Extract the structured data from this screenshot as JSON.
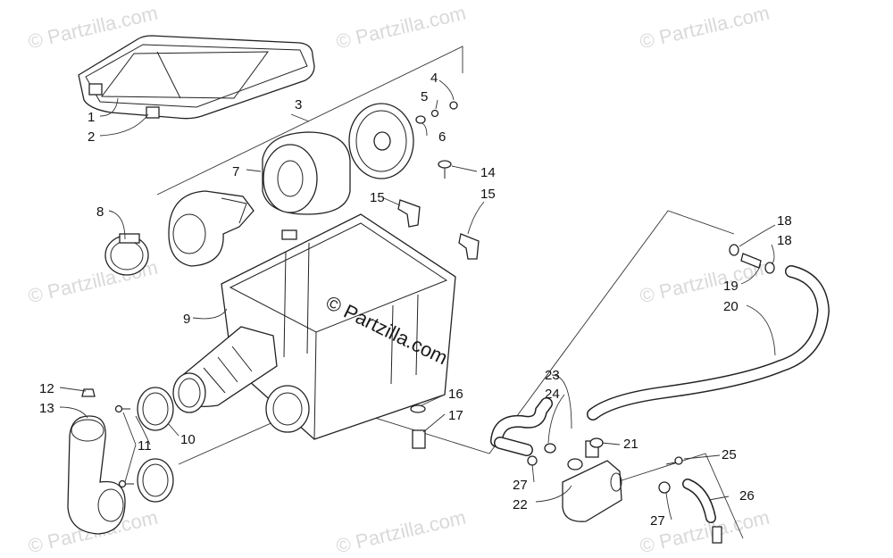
{
  "watermark": {
    "text": "© Partzilla.com",
    "center_text": "© Partzilla.com"
  },
  "labels": {
    "n1": "1",
    "n2": "2",
    "n3": "3",
    "n4": "4",
    "n5": "5",
    "n6": "6",
    "n7": "7",
    "n8": "8",
    "n9": "9",
    "n10": "10",
    "n11": "11",
    "n12": "12",
    "n13": "13",
    "n14": "14",
    "n15a": "15",
    "n15b": "15",
    "n16": "16",
    "n17": "17",
    "n18a": "18",
    "n18b": "18",
    "n19": "19",
    "n20": "20",
    "n21": "21",
    "n22": "22",
    "n23": "23",
    "n24": "24",
    "n25": "25",
    "n26": "26",
    "n27a": "27",
    "n27b": "27"
  }
}
